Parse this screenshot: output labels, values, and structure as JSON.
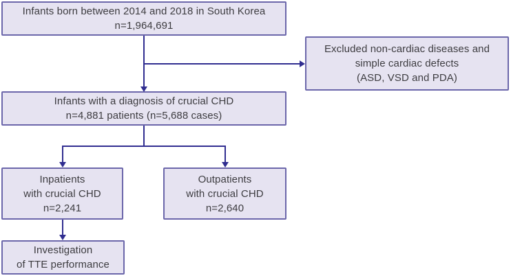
{
  "colors": {
    "box_fill": "#e6e3f1",
    "box_border": "#6b66aa",
    "arrow": "#302d90",
    "text": "#3d3c40",
    "background": "#ffffff"
  },
  "diagram": {
    "type": "study-flowchart",
    "boxes": {
      "population": {
        "lines": [
          "Infants born between 2014 and 2018 in South Korea",
          "n=1,964,691"
        ]
      },
      "excluded": {
        "lines": [
          "Excluded non-cardiac diseases and",
          "simple cardiac defects",
          "(ASD, VSD and PDA)"
        ]
      },
      "diagnosis": {
        "lines": [
          "Infants with a diagnosis of crucial CHD",
          "n=4,881 patients (n=5,688 cases)"
        ]
      },
      "inpatients": {
        "lines": [
          "Inpatients",
          "with crucial CHD",
          "n=2,241"
        ]
      },
      "outpatients": {
        "lines": [
          "Outpatients",
          "with crucial CHD",
          "n=2,640"
        ]
      },
      "investigation": {
        "lines": [
          "Investigation",
          "of TTE performance"
        ]
      }
    }
  }
}
